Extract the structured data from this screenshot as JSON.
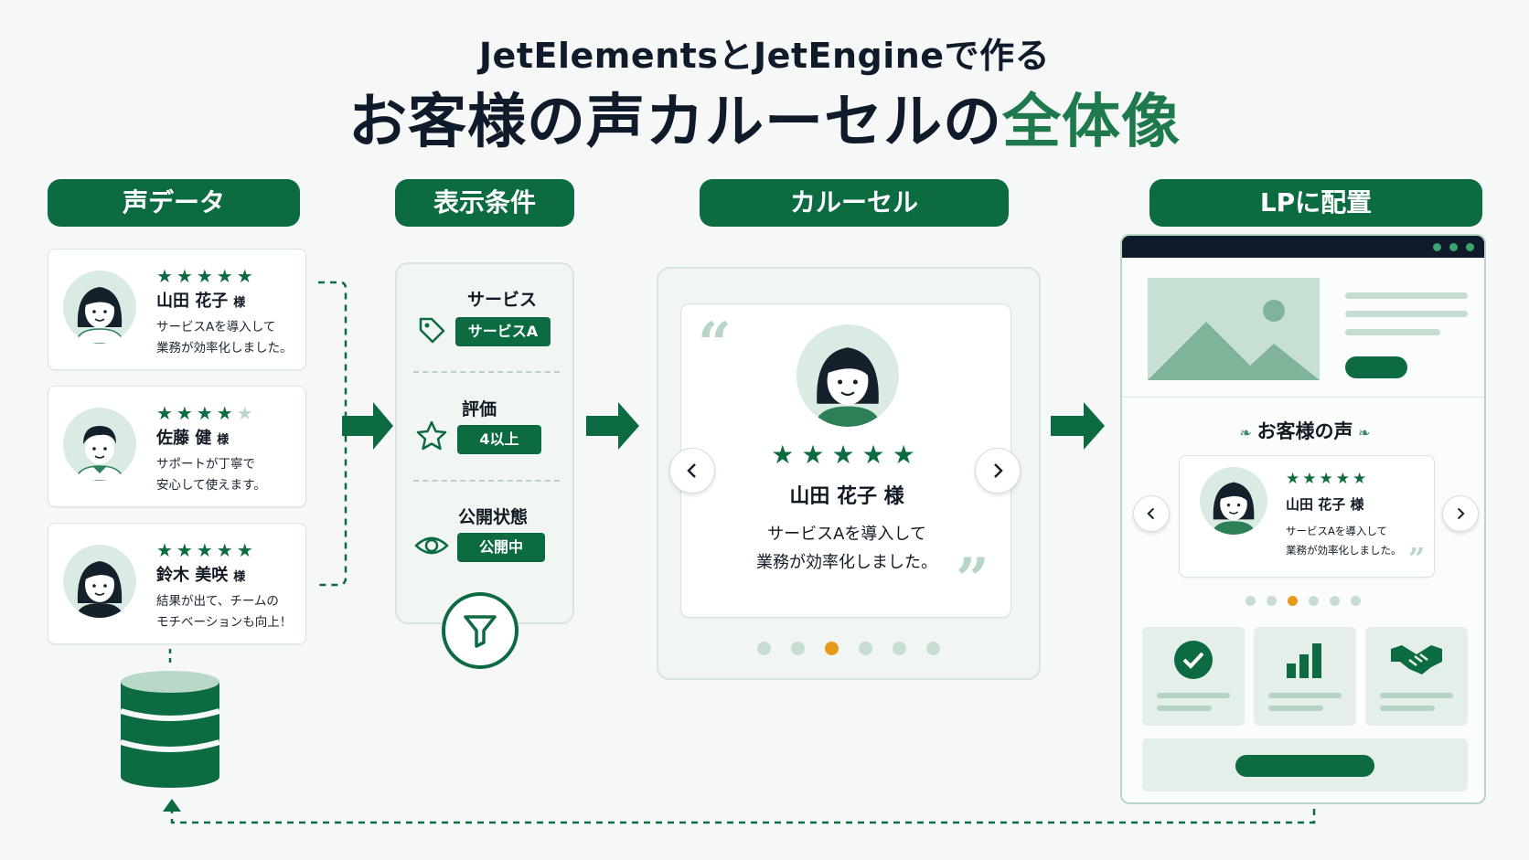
{
  "header": {
    "line1": "JetElementsとJetEngineで作る",
    "line2_main": "お客様の声カルーセルの",
    "line2_highlight": "全体像"
  },
  "steps": [
    {
      "label": "声データ"
    },
    {
      "label": "表示条件"
    },
    {
      "label": "カルーセル"
    },
    {
      "label": "LPに配置"
    }
  ],
  "testimonials": [
    {
      "rating": 5,
      "name": "山田 花子",
      "honorific": "様",
      "line1": "サービスAを導入して",
      "line2": "業務が効率化しました。"
    },
    {
      "rating": 4,
      "name": "佐藤 健",
      "honorific": "様",
      "line1": "サポートが丁寧で",
      "line2": "安心して使えます。"
    },
    {
      "rating": 5,
      "name": "鈴木 美咲",
      "honorific": "様",
      "line1": "結果が出て、チームの",
      "line2": "モチベーションも向上！"
    }
  ],
  "conditions": [
    {
      "label": "サービス",
      "value": "サービスA",
      "icon": "tag-icon"
    },
    {
      "label": "評価",
      "value": "4以上",
      "icon": "star-outline-icon"
    },
    {
      "label": "公開状態",
      "value": "公開中",
      "icon": "eye-icon"
    }
  ],
  "carousel": {
    "name": "山田 花子 様",
    "line1": "サービスAを導入して",
    "line2": "業務が効率化しました。",
    "rating": 5,
    "slide_count": 6,
    "active_index": 2
  },
  "lp": {
    "section_title": "お客様の声",
    "card_name": "山田 花子 様",
    "card_line1": "サービスAを導入して",
    "card_line2": "業務が効率化しました。",
    "slide_count": 6,
    "active_index": 2
  },
  "colors": {
    "brand": "#0d6b42",
    "light": "#d9ebe2",
    "active_dot": "#e69a1d",
    "dark_bar": "#0f1a2a"
  }
}
